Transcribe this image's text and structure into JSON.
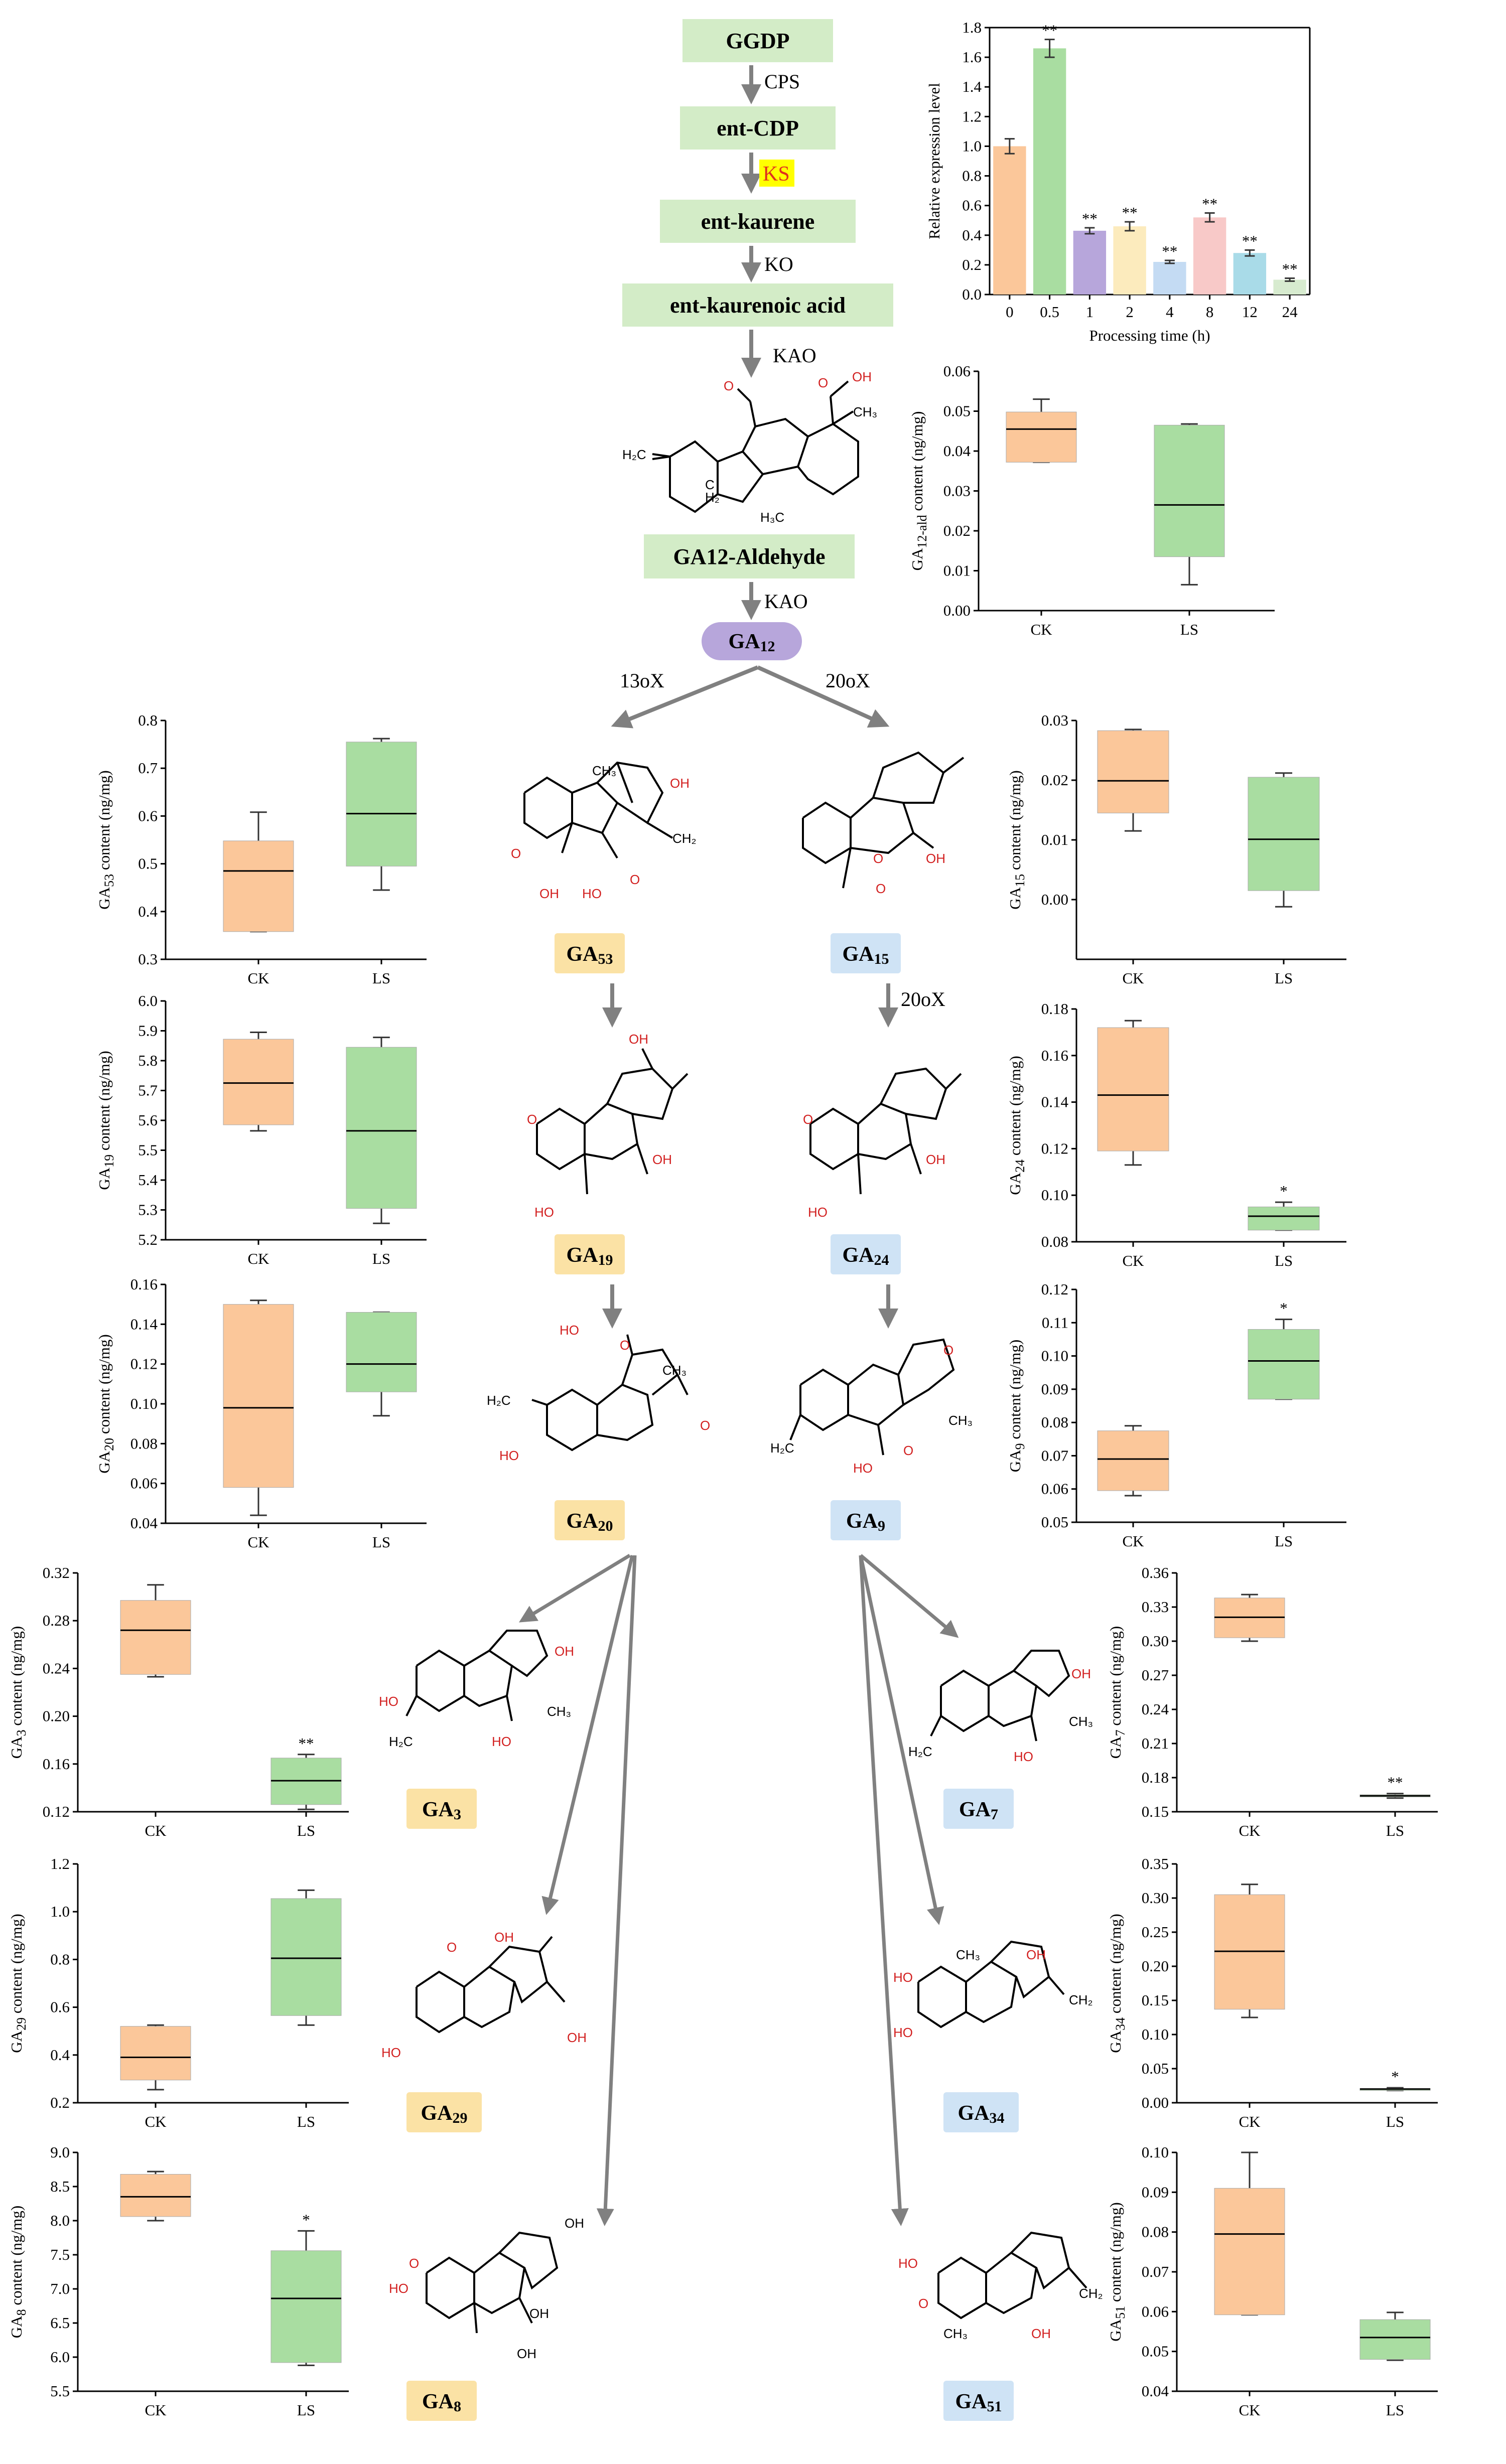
{
  "pathway": {
    "nodes": {
      "ggdp": "GGDP",
      "ent_cdp": "ent-CDP",
      "ent_kaurene": "ent-kaurene",
      "ent_kaurenoic": "ent-kaurenoic acid",
      "ga12_ald": "GA12-Aldehyde",
      "ga12": "GA12",
      "ga53": "GA53",
      "ga15": "GA15",
      "ga19": "GA19",
      "ga24": "GA24",
      "ga20": "GA20",
      "ga9": "GA9",
      "ga3": "GA3",
      "ga7": "GA7",
      "ga29": "GA29",
      "ga34": "GA34",
      "ga8": "GA8",
      "ga51": "GA51"
    },
    "enzymes": {
      "cps": "CPS",
      "ks": "KS",
      "ko": "KO",
      "kao1": "KAO",
      "kao2": "KAO",
      "x13": "13oX",
      "x20": "20oX",
      "x20b": "20oX"
    },
    "colors": {
      "early_box": "#d3ecc7",
      "ga12_box": "#b7a6db",
      "left_branch_box": "#fbe2a5",
      "right_branch_box": "#cfe3f5",
      "ks_highlight": "#ffff00",
      "ks_text": "#e0301e",
      "arrow": "#808080",
      "hetero_atom": "#d21f1f"
    }
  },
  "chart_data": [
    {
      "id": "expr",
      "type": "bar",
      "title": "",
      "xlabel": "Processing time (h)",
      "ylabel": "Relative expression level",
      "categories": [
        "0",
        "0.5",
        "1",
        "2",
        "4",
        "8",
        "12",
        "24"
      ],
      "values": [
        1.0,
        1.66,
        0.43,
        0.46,
        0.22,
        0.52,
        0.28,
        0.1
      ],
      "errors": [
        0.05,
        0.06,
        0.02,
        0.03,
        0.01,
        0.03,
        0.02,
        0.01
      ],
      "significance": [
        "",
        "**",
        "**",
        "**",
        "**",
        "**",
        "**",
        "**"
      ],
      "colors": [
        "#fbc79a",
        "#a9dda1",
        "#b7a6db",
        "#fcebbd",
        "#c4dbf3",
        "#f8c9c8",
        "#a9dbe8",
        "#d7ebcf"
      ],
      "ylim": [
        0,
        1.8
      ],
      "yticks": [
        "0.0",
        "0.2",
        "0.4",
        "0.6",
        "0.8",
        "1.0",
        "1.2",
        "1.4",
        "1.6",
        "1.8"
      ]
    },
    {
      "id": "ga12ald",
      "type": "box",
      "ylabel_main": "GA",
      "ylabel_sub": "12-ald",
      "ylabel_tail": " content (ng/mg)",
      "ylim": [
        0.0,
        0.06
      ],
      "yticks": [
        "0.00",
        "0.01",
        "0.02",
        "0.03",
        "0.04",
        "0.05",
        "0.06"
      ],
      "groups": [
        {
          "name": "CK",
          "min": 0.0372,
          "q1": 0.0372,
          "median": 0.0455,
          "q3": 0.0498,
          "max": 0.053,
          "sig": ""
        },
        {
          "name": "LS",
          "min": 0.0065,
          "q1": 0.0135,
          "median": 0.0265,
          "q3": 0.0465,
          "max": 0.0468,
          "sig": ""
        }
      ]
    },
    {
      "id": "ga53",
      "type": "box",
      "ylabel_main": "GA",
      "ylabel_sub": "53",
      "ylabel_tail": " content (ng/mg)",
      "ylim": [
        0.3,
        0.8
      ],
      "yticks": [
        "0.3",
        "0.4",
        "0.5",
        "0.6",
        "0.7",
        "0.8"
      ],
      "groups": [
        {
          "name": "CK",
          "min": 0.358,
          "q1": 0.358,
          "median": 0.485,
          "q3": 0.548,
          "max": 0.608,
          "sig": ""
        },
        {
          "name": "LS",
          "min": 0.445,
          "q1": 0.495,
          "median": 0.605,
          "q3": 0.755,
          "max": 0.762,
          "sig": ""
        }
      ]
    },
    {
      "id": "ga15",
      "type": "box",
      "ylabel_main": "GA",
      "ylabel_sub": "15",
      "ylabel_tail": " content (ng/mg)",
      "ylim": [
        -0.01,
        0.03
      ],
      "yticks": [
        "0.00",
        "0.01",
        "0.02",
        "0.03"
      ],
      "groups": [
        {
          "name": "CK",
          "min": 0.0115,
          "q1": 0.0145,
          "median": 0.0199,
          "q3": 0.0283,
          "max": 0.0285,
          "sig": ""
        },
        {
          "name": "LS",
          "min": -0.0012,
          "q1": 0.0015,
          "median": 0.0101,
          "q3": 0.0205,
          "max": 0.0212,
          "sig": ""
        }
      ]
    },
    {
      "id": "ga19",
      "type": "box",
      "ylabel_main": "GA",
      "ylabel_sub": "19",
      "ylabel_tail": " content (ng/mg)",
      "ylim": [
        5.2,
        6.0
      ],
      "yticks": [
        "5.2",
        "5.3",
        "5.4",
        "5.5",
        "5.6",
        "5.7",
        "5.8",
        "5.9",
        "6.0"
      ],
      "groups": [
        {
          "name": "CK",
          "min": 5.565,
          "q1": 5.585,
          "median": 5.725,
          "q3": 5.872,
          "max": 5.895,
          "sig": ""
        },
        {
          "name": "LS",
          "min": 5.255,
          "q1": 5.305,
          "median": 5.565,
          "q3": 5.845,
          "max": 5.878,
          "sig": ""
        }
      ]
    },
    {
      "id": "ga24",
      "type": "box",
      "ylabel_main": "GA",
      "ylabel_sub": "24",
      "ylabel_tail": " content (ng/mg)",
      "ylim": [
        0.08,
        0.18
      ],
      "yticks": [
        "0.08",
        "0.10",
        "0.12",
        "0.14",
        "0.16",
        "0.18"
      ],
      "groups": [
        {
          "name": "CK",
          "min": 0.113,
          "q1": 0.119,
          "median": 0.143,
          "q3": 0.172,
          "max": 0.175,
          "sig": ""
        },
        {
          "name": "LS",
          "min": 0.085,
          "q1": 0.085,
          "median": 0.091,
          "q3": 0.095,
          "max": 0.097,
          "sig": "*"
        }
      ]
    },
    {
      "id": "ga20",
      "type": "box",
      "ylabel_main": "GA",
      "ylabel_sub": "20",
      "ylabel_tail": " content (ng/mg)",
      "ylim": [
        0.04,
        0.16
      ],
      "yticks": [
        "0.04",
        "0.06",
        "0.08",
        "0.10",
        "0.12",
        "0.14",
        "0.16"
      ],
      "groups": [
        {
          "name": "CK",
          "min": 0.044,
          "q1": 0.058,
          "median": 0.098,
          "q3": 0.15,
          "max": 0.152,
          "sig": ""
        },
        {
          "name": "LS",
          "min": 0.094,
          "q1": 0.106,
          "median": 0.12,
          "q3": 0.146,
          "max": 0.146,
          "sig": ""
        }
      ]
    },
    {
      "id": "ga9",
      "type": "box",
      "ylabel_main": "GA",
      "ylabel_sub": "9",
      "ylabel_tail": " content (ng/mg)",
      "ylim": [
        0.05,
        0.12
      ],
      "yticks": [
        "0.05",
        "0.06",
        "0.07",
        "0.08",
        "0.09",
        "0.10",
        "0.11",
        "0.12"
      ],
      "groups": [
        {
          "name": "CK",
          "min": 0.058,
          "q1": 0.0595,
          "median": 0.069,
          "q3": 0.0775,
          "max": 0.079,
          "sig": ""
        },
        {
          "name": "LS",
          "min": 0.087,
          "q1": 0.087,
          "median": 0.0985,
          "q3": 0.108,
          "max": 0.111,
          "sig": "*"
        }
      ]
    },
    {
      "id": "ga3",
      "type": "box",
      "ylabel_main": "GA",
      "ylabel_sub": "3",
      "ylabel_tail": " content (ng/mg)",
      "ylim": [
        0.12,
        0.32
      ],
      "yticks": [
        "0.12",
        "0.16",
        "0.20",
        "0.24",
        "0.28",
        "0.32"
      ],
      "groups": [
        {
          "name": "CK",
          "min": 0.233,
          "q1": 0.235,
          "median": 0.272,
          "q3": 0.297,
          "max": 0.31,
          "sig": ""
        },
        {
          "name": "LS",
          "min": 0.122,
          "q1": 0.126,
          "median": 0.146,
          "q3": 0.165,
          "max": 0.168,
          "sig": "**"
        }
      ]
    },
    {
      "id": "ga7",
      "type": "box",
      "ylabel_main": "GA",
      "ylabel_sub": "7",
      "ylabel_tail": " content (ng/mg)",
      "ylim": [
        0.15,
        0.36
      ],
      "yticks": [
        "0.15",
        "0.18",
        "0.21",
        "0.24",
        "0.27",
        "0.30",
        "0.33",
        "0.36"
      ],
      "groups": [
        {
          "name": "CK",
          "min": 0.3,
          "q1": 0.303,
          "median": 0.321,
          "q3": 0.338,
          "max": 0.341,
          "sig": ""
        },
        {
          "name": "LS",
          "min": 0.162,
          "q1": 0.163,
          "median": 0.164,
          "q3": 0.165,
          "max": 0.166,
          "sig": "**"
        }
      ]
    },
    {
      "id": "ga29",
      "type": "box",
      "ylabel_main": "GA",
      "ylabel_sub": "29",
      "ylabel_tail": " content (ng/mg)",
      "ylim": [
        0.2,
        1.2
      ],
      "yticks": [
        "0.2",
        "0.4",
        "0.6",
        "0.8",
        "1.0",
        "1.2"
      ],
      "groups": [
        {
          "name": "CK",
          "min": 0.255,
          "q1": 0.295,
          "median": 0.39,
          "q3": 0.52,
          "max": 0.525,
          "sig": ""
        },
        {
          "name": "LS",
          "min": 0.525,
          "q1": 0.565,
          "median": 0.805,
          "q3": 1.055,
          "max": 1.09,
          "sig": ""
        }
      ]
    },
    {
      "id": "ga34",
      "type": "box",
      "ylabel_main": "GA",
      "ylabel_sub": "34",
      "ylabel_tail": " content (ng/mg)",
      "ylim": [
        0.0,
        0.35
      ],
      "yticks": [
        "0.00",
        "0.05",
        "0.10",
        "0.15",
        "0.20",
        "0.25",
        "0.30",
        "0.35"
      ],
      "groups": [
        {
          "name": "CK",
          "min": 0.125,
          "q1": 0.137,
          "median": 0.222,
          "q3": 0.305,
          "max": 0.32,
          "sig": ""
        },
        {
          "name": "LS",
          "min": 0.018,
          "q1": 0.019,
          "median": 0.02,
          "q3": 0.021,
          "max": 0.022,
          "sig": "*"
        }
      ]
    },
    {
      "id": "ga8",
      "type": "box",
      "ylabel_main": "GA",
      "ylabel_sub": "8",
      "ylabel_tail": " content (ng/mg)",
      "ylim": [
        5.5,
        9.0
      ],
      "yticks": [
        "5.5",
        "6.0",
        "6.5",
        "7.0",
        "7.5",
        "8.0",
        "8.5",
        "9.0"
      ],
      "groups": [
        {
          "name": "CK",
          "min": 8.0,
          "q1": 8.06,
          "median": 8.35,
          "q3": 8.68,
          "max": 8.72,
          "sig": ""
        },
        {
          "name": "LS",
          "min": 5.88,
          "q1": 5.92,
          "median": 6.86,
          "q3": 7.56,
          "max": 7.85,
          "sig": "*"
        }
      ]
    },
    {
      "id": "ga51",
      "type": "box",
      "ylabel_main": "GA",
      "ylabel_sub": "51",
      "ylabel_tail": " content (ng/mg)",
      "ylim": [
        0.04,
        0.1
      ],
      "yticks": [
        "0.04",
        "0.05",
        "0.06",
        "0.07",
        "0.08",
        "0.09",
        "0.10"
      ],
      "groups": [
        {
          "name": "CK",
          "min": 0.0592,
          "q1": 0.0592,
          "median": 0.0795,
          "q3": 0.091,
          "max": 0.1,
          "sig": ""
        },
        {
          "name": "LS",
          "min": 0.0478,
          "q1": 0.048,
          "median": 0.0535,
          "q3": 0.058,
          "max": 0.0598,
          "sig": ""
        }
      ]
    }
  ]
}
